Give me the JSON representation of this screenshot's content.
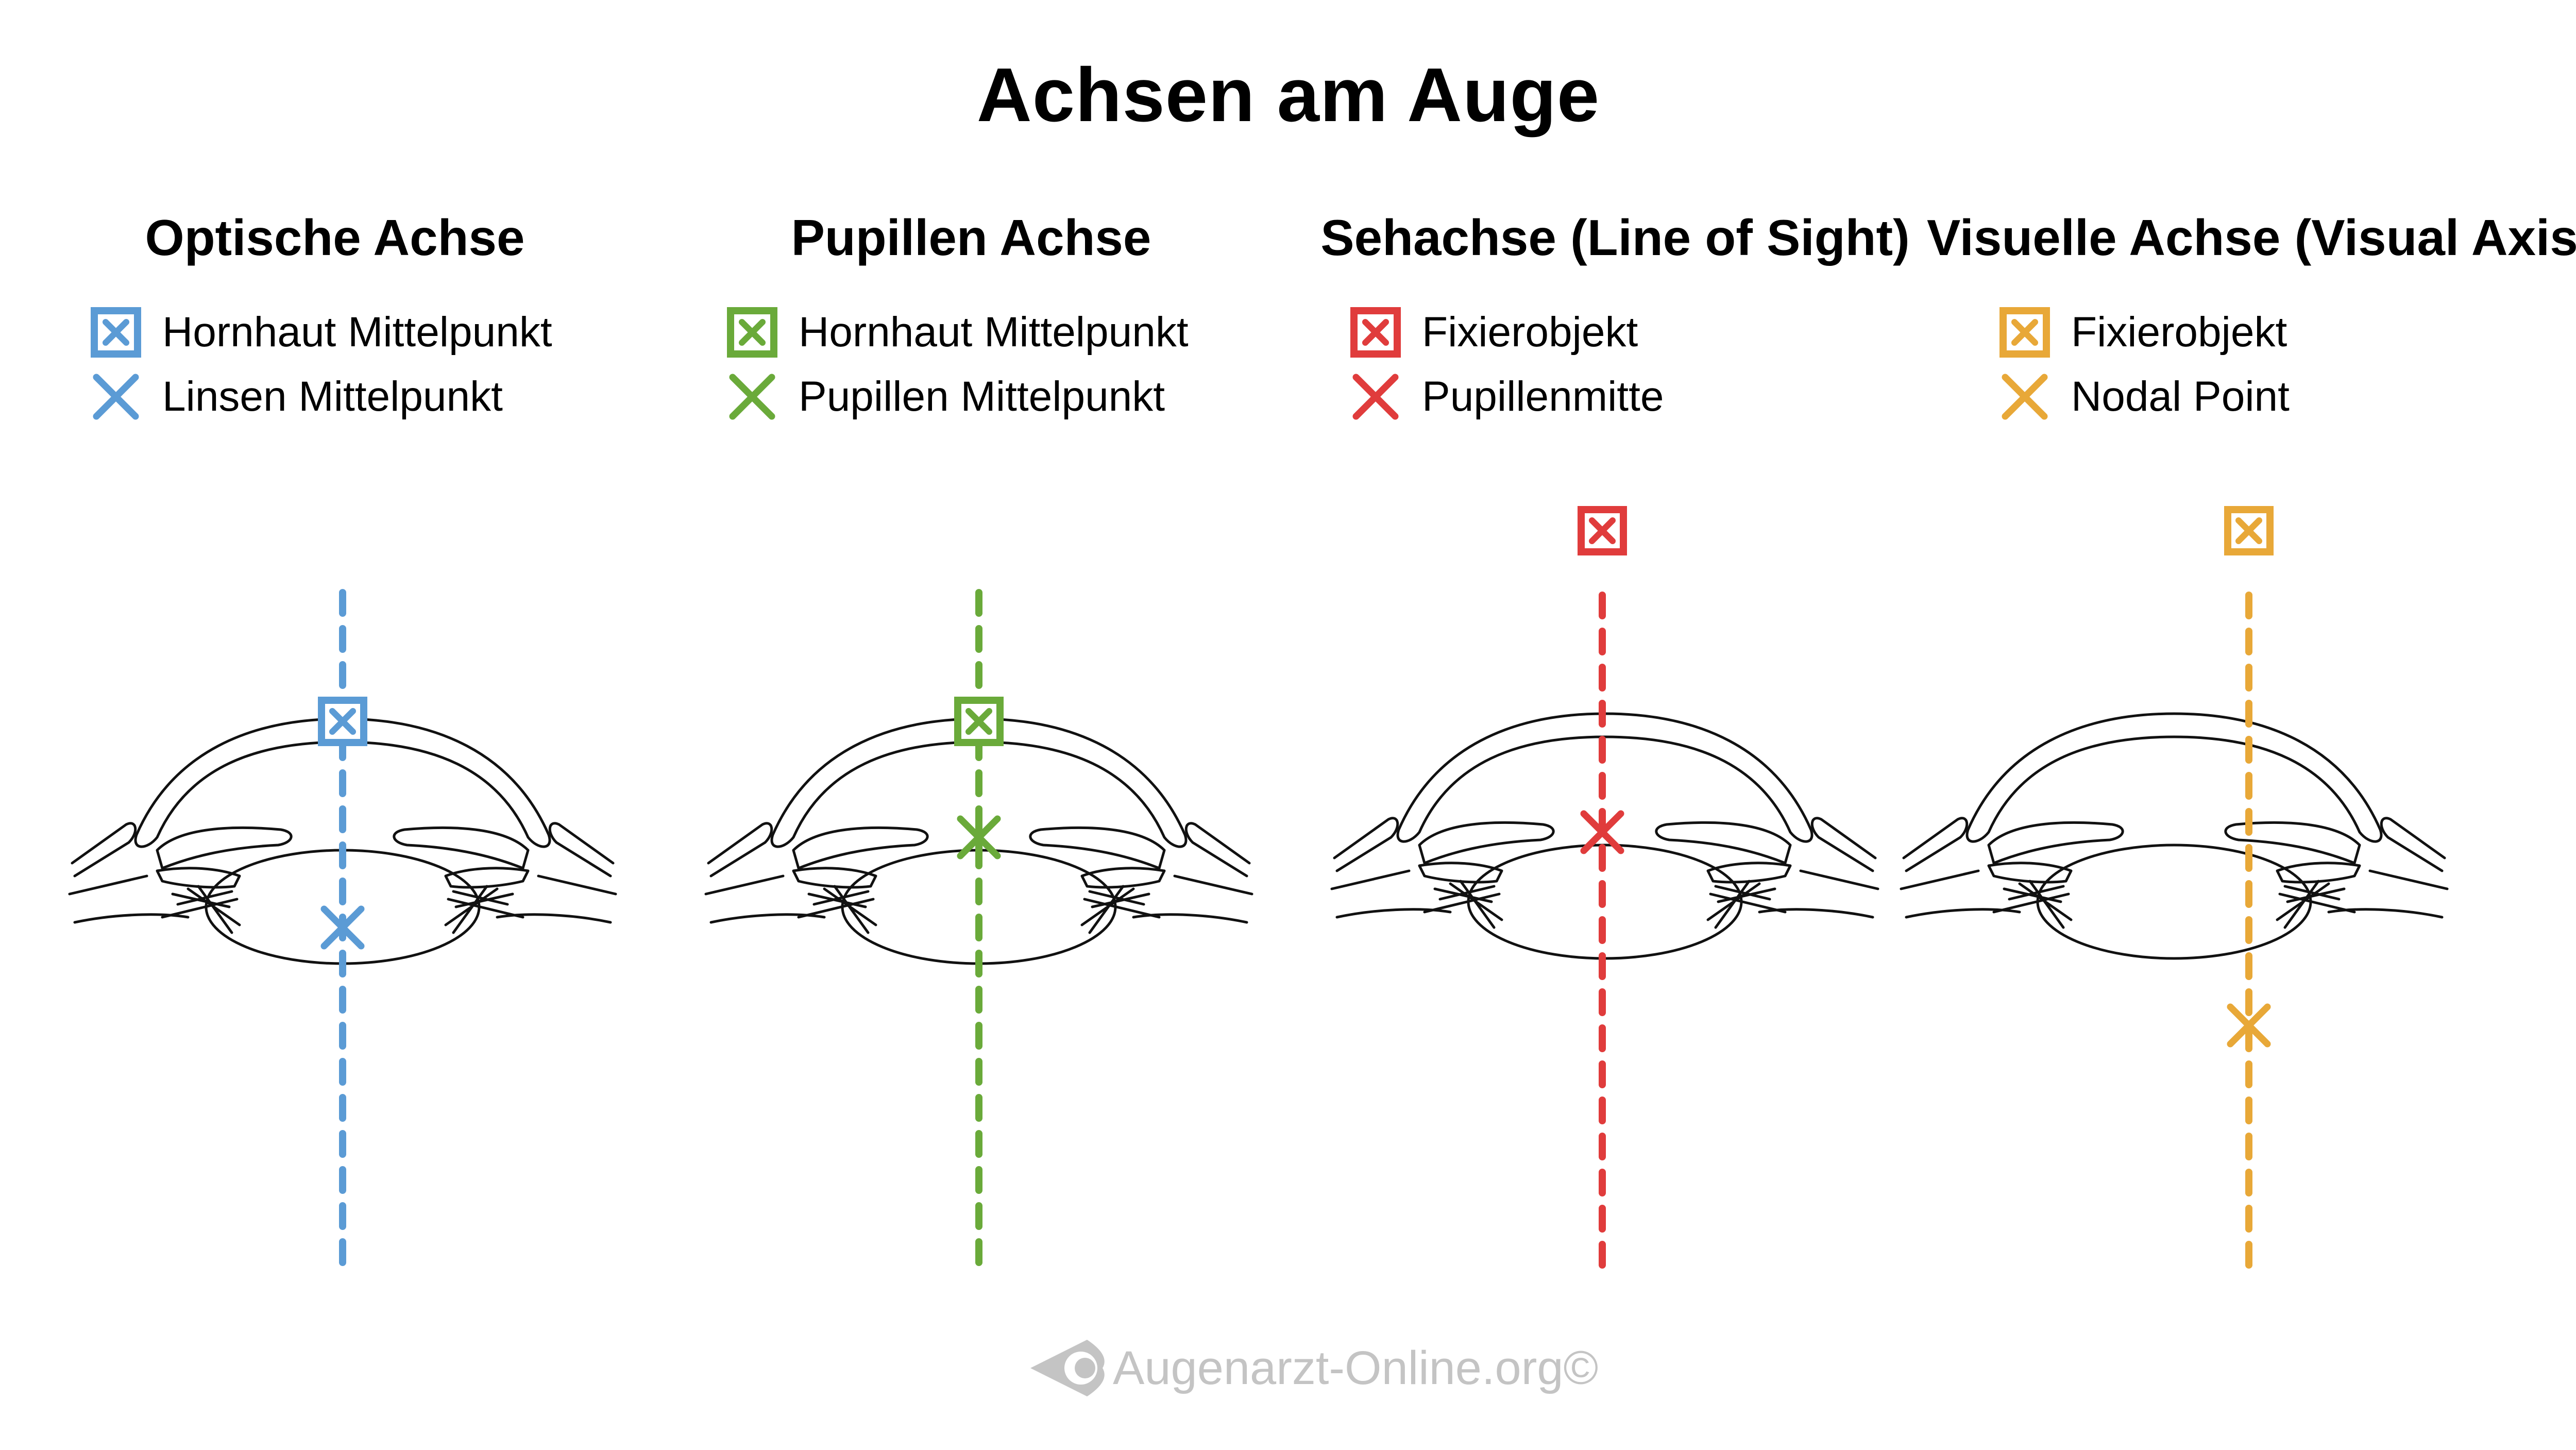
{
  "title": "Achsen am Auge",
  "panels": [
    {
      "id": "optische",
      "title": "Optische Achse",
      "color": "#5b9bd5",
      "legend": [
        {
          "icon": "boxed-x-icon",
          "label": "Hornhaut Mittelpunkt"
        },
        {
          "icon": "x-icon",
          "label": "Linsen Mittelpunkt"
        }
      ]
    },
    {
      "id": "pupillen",
      "title": "Pupillen Achse",
      "color": "#6aaa3a",
      "legend": [
        {
          "icon": "boxed-x-icon",
          "label": "Hornhaut Mittelpunkt"
        },
        {
          "icon": "x-icon",
          "label": "Pupillen Mittelpunkt"
        }
      ]
    },
    {
      "id": "sehachse",
      "title": "Sehachse (Line of Sight)",
      "color": "#e03c3c",
      "legend": [
        {
          "icon": "boxed-x-icon",
          "label": "Fixierobjekt"
        },
        {
          "icon": "x-icon",
          "label": "Pupillenmitte"
        }
      ]
    },
    {
      "id": "visuelle",
      "title": "Visuelle Achse (Visual Axis)",
      "color": "#e8a838",
      "legend": [
        {
          "icon": "boxed-x-icon",
          "label": "Fixierobjekt"
        },
        {
          "icon": "x-icon",
          "label": "Nodal Point"
        }
      ]
    }
  ],
  "watermark": {
    "icon": "eye-logo-icon",
    "text": "Augenarzt-Online.org©",
    "color": "#c4c4c4"
  }
}
